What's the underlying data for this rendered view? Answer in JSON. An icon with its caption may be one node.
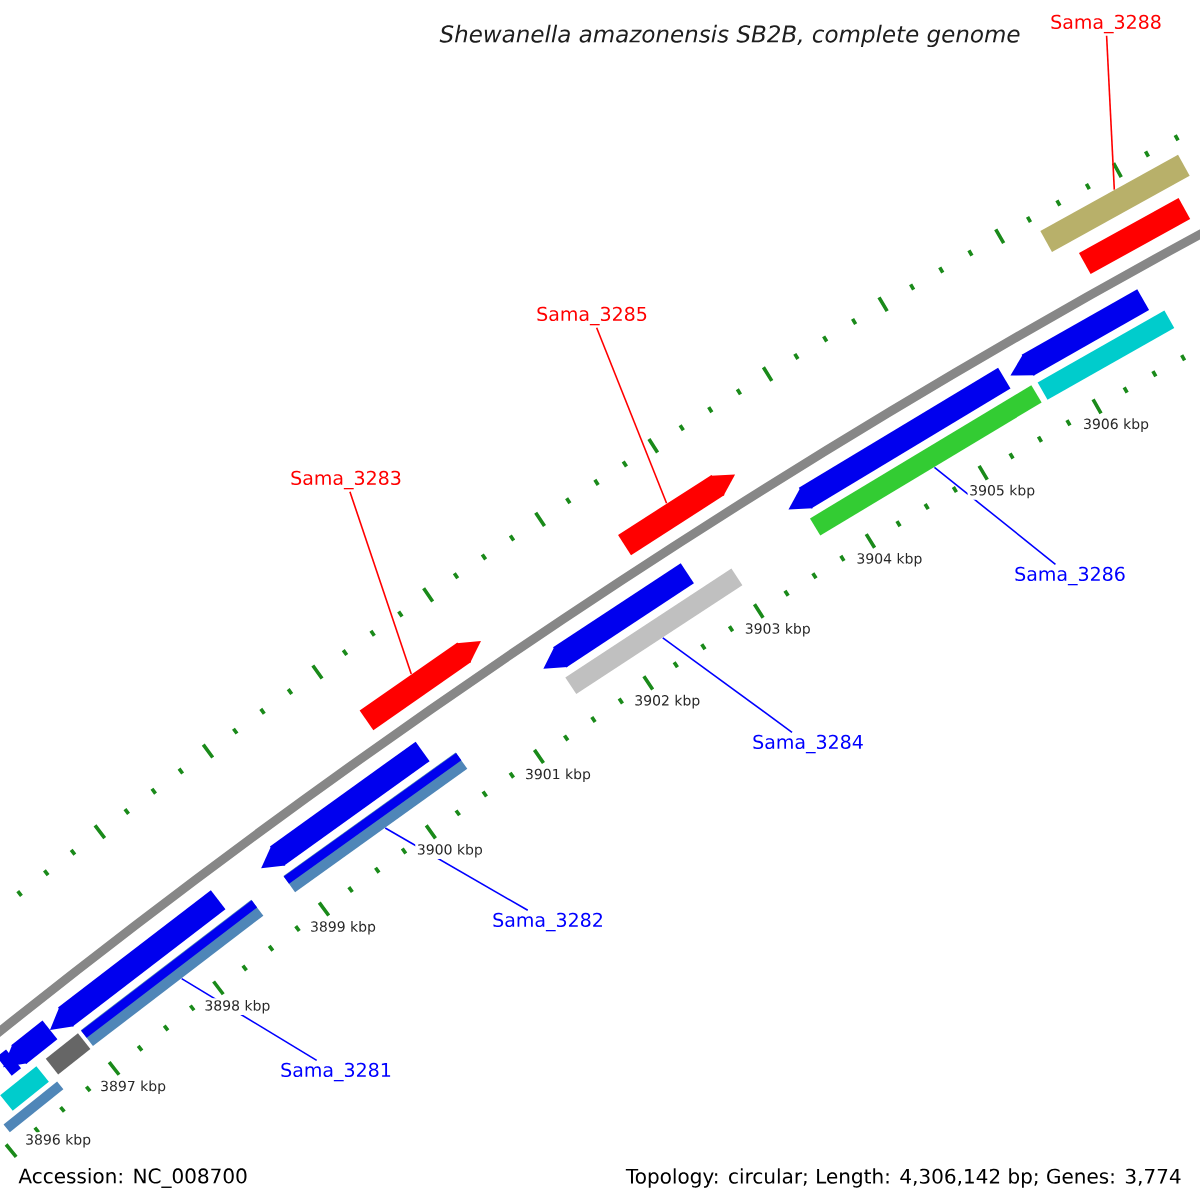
{
  "diagram": {
    "title": "Shewanella amazonensis SB2B, complete genome",
    "nodes": [
      {
        "text": [
          "Sama_3288"
        ]
      },
      {
        "text": [
          "Sama_3285"
        ]
      },
      {
        "text": [
          "Sama_3283"
        ]
      },
      {
        "text": [
          "Sama_3286"
        ]
      },
      {
        "text": [
          "Sama_3284"
        ]
      },
      {
        "text": [
          "Sama_3282"
        ]
      },
      {
        "text": [
          "Sama_3281"
        ]
      },
      {
        "text": [],
        "shape": "bar"
      },
      {
        "text": [],
        "shape": "bar"
      },
      {
        "text": [],
        "shape": "bar"
      },
      {
        "text": [],
        "shape": "bar"
      },
      {
        "text": [],
        "shape": "bar"
      },
      {
        "text": [],
        "shape": "bar"
      },
      {
        "text": [],
        "shape": "bar"
      }
    ],
    "edges": [
      {
        "from": 0,
        "to": 7,
        "arrow": "none",
        "color": "#ff0000"
      },
      {
        "from": 1,
        "to": 8,
        "arrow": "none",
        "color": "#ff0000"
      },
      {
        "from": 2,
        "to": 9,
        "arrow": "none",
        "color": "#ff0000"
      },
      {
        "from": 3,
        "to": 10,
        "arrow": "none"
      },
      {
        "from": 4,
        "to": 11,
        "arrow": "none"
      },
      {
        "from": 5,
        "to": 12,
        "arrow": "none"
      },
      {
        "from": 6,
        "to": 13,
        "arrow": "none"
      }
    ],
    "labels": [
      "3896 kbp",
      "3897 kbp",
      "3898 kbp",
      "3899 kbp",
      "3900 kbp",
      "3901 kbp",
      "3902 kbp",
      "3903 kbp",
      "3904 kbp",
      "3905 kbp",
      "3906 kbp",
      "Accession: NC_008700",
      "Topology: circular; Length: 4,306,142 bp; Genes: 3,774"
    ]
  }
}
